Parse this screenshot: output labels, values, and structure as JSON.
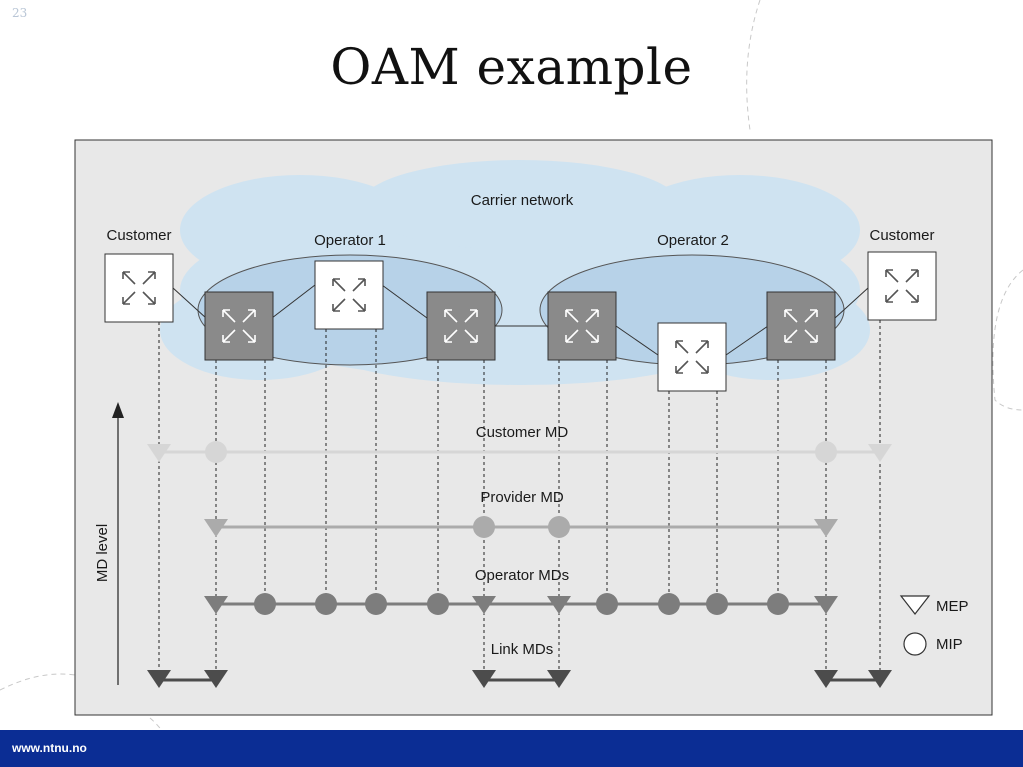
{
  "slide": {
    "number": "23",
    "title": "OAM example",
    "footer_url": "www.ntnu.no"
  },
  "diagram": {
    "cloud_label": "Carrier network",
    "customer_left_label": "Customer",
    "customer_right_label": "Customer",
    "operator1_label": "Operator 1",
    "operator2_label": "Operator 2",
    "axis_label": "MD level",
    "levels": [
      {
        "label": "Customer MD"
      },
      {
        "label": "Provider MD"
      },
      {
        "label": "Operator MDs"
      },
      {
        "label": "Link MDs"
      }
    ],
    "legend": {
      "mep_label": "MEP",
      "mip_label": "MIP"
    },
    "colors": {
      "background": "#e8e8e8",
      "cloud": "#cfe3f1",
      "ellipse": "#b7d2e8",
      "gray_switch": "#8a8a8a",
      "customer_md": "#d6d6d6",
      "provider_md": "#ababab",
      "operator_md": "#7d7d7d",
      "link_md": "#4c4c4c",
      "footer": "#0b2d94"
    }
  }
}
